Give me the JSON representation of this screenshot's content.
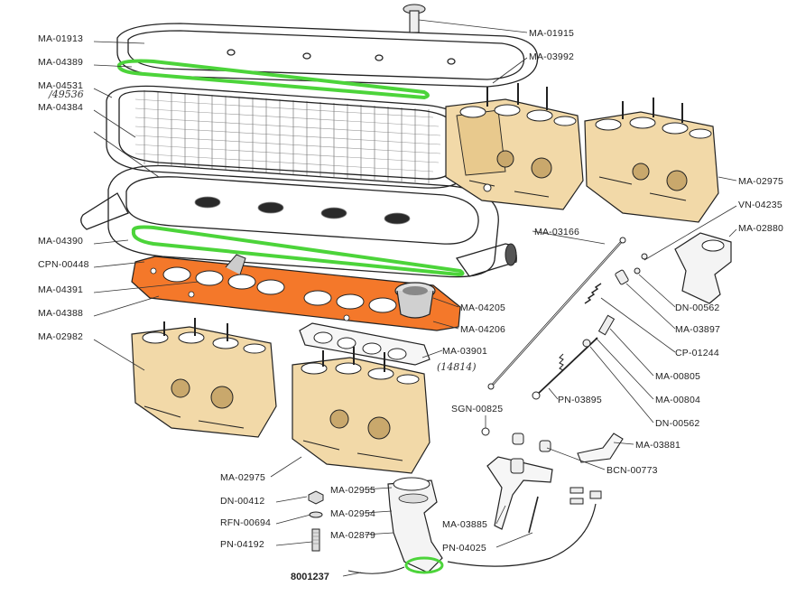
{
  "diagram": {
    "part_labels": {
      "ma_01913": "MA-01913",
      "ma_04389": "MA-04389",
      "ma_04531": "MA-04531",
      "ma_04531_note": "/49536",
      "ma_04384": "MA-04384",
      "ma_04390": "MA-04390",
      "cpn_00448": "CPN-00448",
      "ma_04391": "MA-04391",
      "ma_04388": "MA-04388",
      "ma_02982": "MA-02982",
      "ma_02975_lower": "MA-02975",
      "dn_00412": "DN-00412",
      "rfn_00694": "RFN-00694",
      "pn_04192": "PN-04192",
      "part_8001237": "8001237",
      "ma_01915": "MA-01915",
      "ma_03992": "MA-03992",
      "ma_02975_upper": "MA-02975",
      "vn_04235": "VN-04235",
      "ma_02880": "MA-02880",
      "ma_03166": "MA-03166",
      "dn_00562_upper": "DN-00562",
      "ma_03897": "MA-03897",
      "cp_01244": "CP-01244",
      "ma_04205": "MA-04205",
      "ma_04206": "MA-04206",
      "ma_03901": "MA-03901",
      "ma_03901_note": "(14814)",
      "ma_00805": "MA-00805",
      "ma_00804": "MA-00804",
      "pn_03895": "PN-03895",
      "dn_00562_lower": "DN-00562",
      "sgn_00825": "SGN-00825",
      "ma_03881": "MA-03881",
      "bcn_00773": "BCN-00773",
      "ma_02955": "MA-02955",
      "ma_02954": "MA-02954",
      "ma_02879": "MA-02879",
      "ma_03885": "MA-03885",
      "pn_04025": "PN-04025"
    },
    "colors": {
      "carburetor_body": "#f2d9a8",
      "carburetor_shadow": "#c9a86c",
      "gasket_highlight": "#4cd43a",
      "plate_highlight": "#f4782a",
      "line_ink": "#222222"
    },
    "icons": [
      "carburetor-icon",
      "air-filter-icon",
      "gasket-icon",
      "linkage-rod-icon",
      "bracket-icon",
      "bolt-icon",
      "nut-icon"
    ]
  }
}
